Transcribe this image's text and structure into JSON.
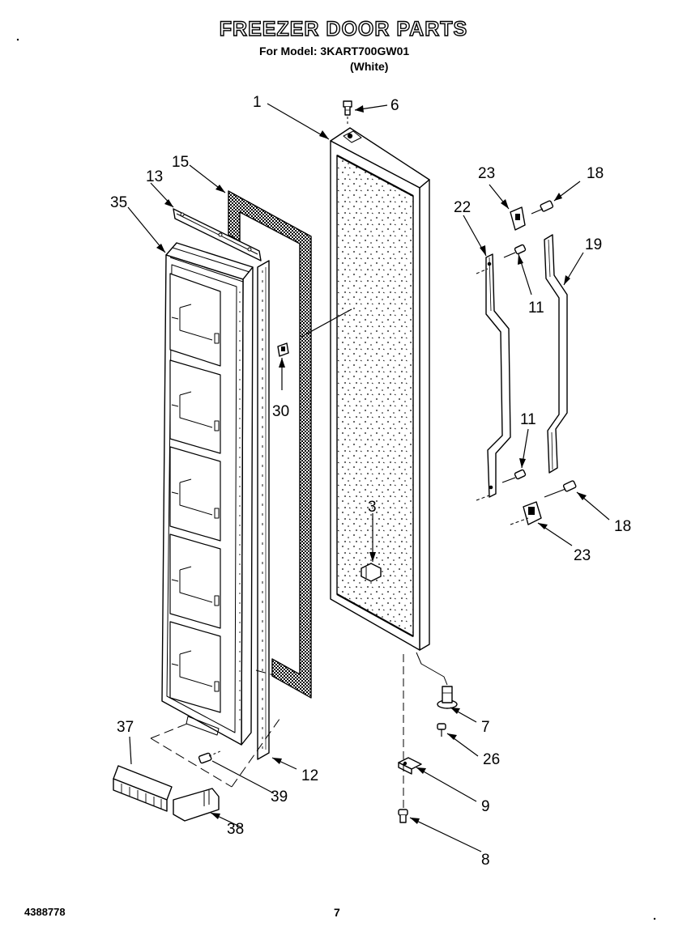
{
  "header": {
    "title": "FREEZER DOOR PARTS",
    "model_line": "For Model: 3KART700GW01",
    "variant": "(White)"
  },
  "footer": {
    "document_number": "4388778",
    "page_number": "7"
  },
  "callouts": [
    "1",
    "6",
    "15",
    "13",
    "35",
    "23",
    "18",
    "22",
    "19",
    "11",
    "30",
    "11",
    "3",
    "18",
    "23",
    "7",
    "26",
    "37",
    "12",
    "39",
    "9",
    "38",
    "8"
  ]
}
